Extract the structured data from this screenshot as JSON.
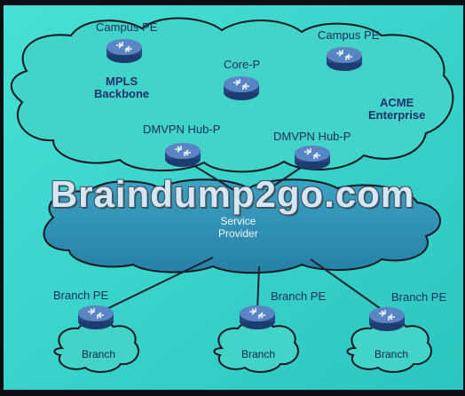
{
  "diagram": {
    "labels": {
      "campus_pe_left": "Campus PE",
      "campus_pe_right": "Campus PE",
      "core_p": "Core-P",
      "mpls_backbone": "MPLS\nBackbone",
      "acme_enterprise": "ACME\nEnterprise",
      "dmvpn_hub_left": "DMVPN Hub-P",
      "dmvpn_hub_right": "DMVPN Hub-P",
      "service_provider": "Service\nProvider",
      "branch_pe_1": "Branch PE",
      "branch_pe_2": "Branch PE",
      "branch_pe_3": "Branch PE",
      "branch_1": "Branch",
      "branch_2": "Branch",
      "branch_3": "Branch"
    },
    "watermark": "Braindump2go.com",
    "colors": {
      "background": "#3fd9cf",
      "cloud_fill": "#45d6cb",
      "service_provider_fill": "#2f8fb6",
      "router_body": "#2c4f8c",
      "router_top": "#4f78b8",
      "line": "#1b2430",
      "frame": "#0b0f14"
    }
  }
}
